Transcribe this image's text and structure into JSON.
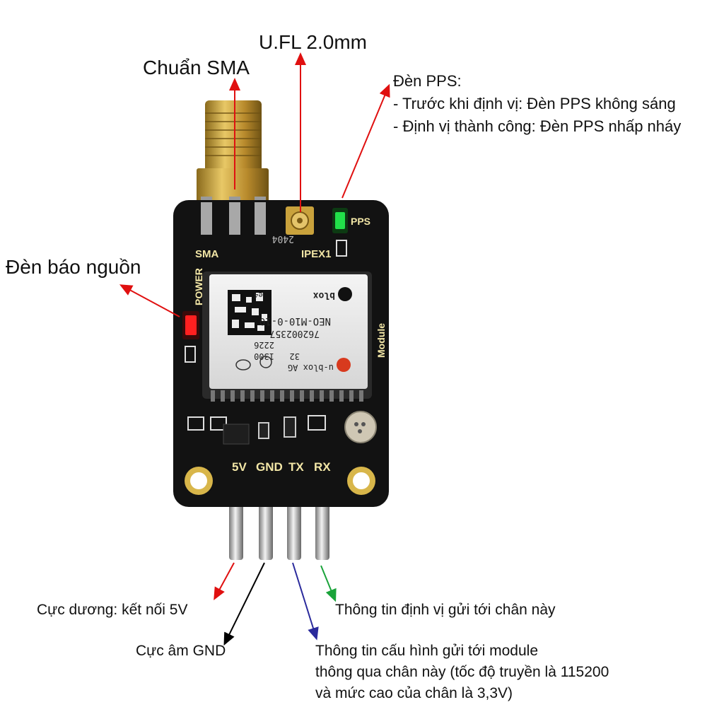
{
  "labels": {
    "sma_standard": "Chuẩn SMA",
    "ufl": "U.FL 2.0mm",
    "pps_title": "Đèn PPS:",
    "pps_line1": "- Trước khi định vị: Đèn PPS không sáng",
    "pps_line2": "- Định vị thành công: Đèn PPS nhấp nháy",
    "power_led": "Đèn báo nguồn",
    "pin_5v": "Cực dương: kết nối 5V",
    "pin_gnd": "Cực âm GND",
    "pin_tx_line1": "Thông tin cấu hình gửi tới module",
    "pin_tx_line2": "thông qua chân này (tốc độ truyền là 115200",
    "pin_tx_line3": "và mức cao của chân là 3,3V)",
    "pin_rx": "Thông tin định vị gửi tới chân này"
  },
  "board": {
    "silk_sma": "SMA",
    "silk_ipex": "IPEX1",
    "silk_pps": "PPS",
    "silk_power": "POWER",
    "silk_module": "Module",
    "silk_code": "2404",
    "pin_5v": "5V",
    "pin_gnd": "GND",
    "pin_tx": "TX",
    "pin_rx": "RX"
  },
  "gps_module": {
    "brand": "u-blox AG",
    "line_1300": "1300",
    "line_32": "32",
    "date": "2226",
    "serial": "762002357",
    "model": "NEO-M10-0-10",
    "logo": "blox",
    "e4": "e4"
  },
  "colors": {
    "pcb": "#121212",
    "gold": "#c9a23c",
    "silk": "#f2e6a6",
    "red_arrow": "#e01010",
    "black_arrow": "#000000",
    "blue_arrow": "#2a2a9c",
    "green_arrow": "#1aa33a",
    "pps_led": "#22e04a",
    "power_led": "#ff2020"
  }
}
